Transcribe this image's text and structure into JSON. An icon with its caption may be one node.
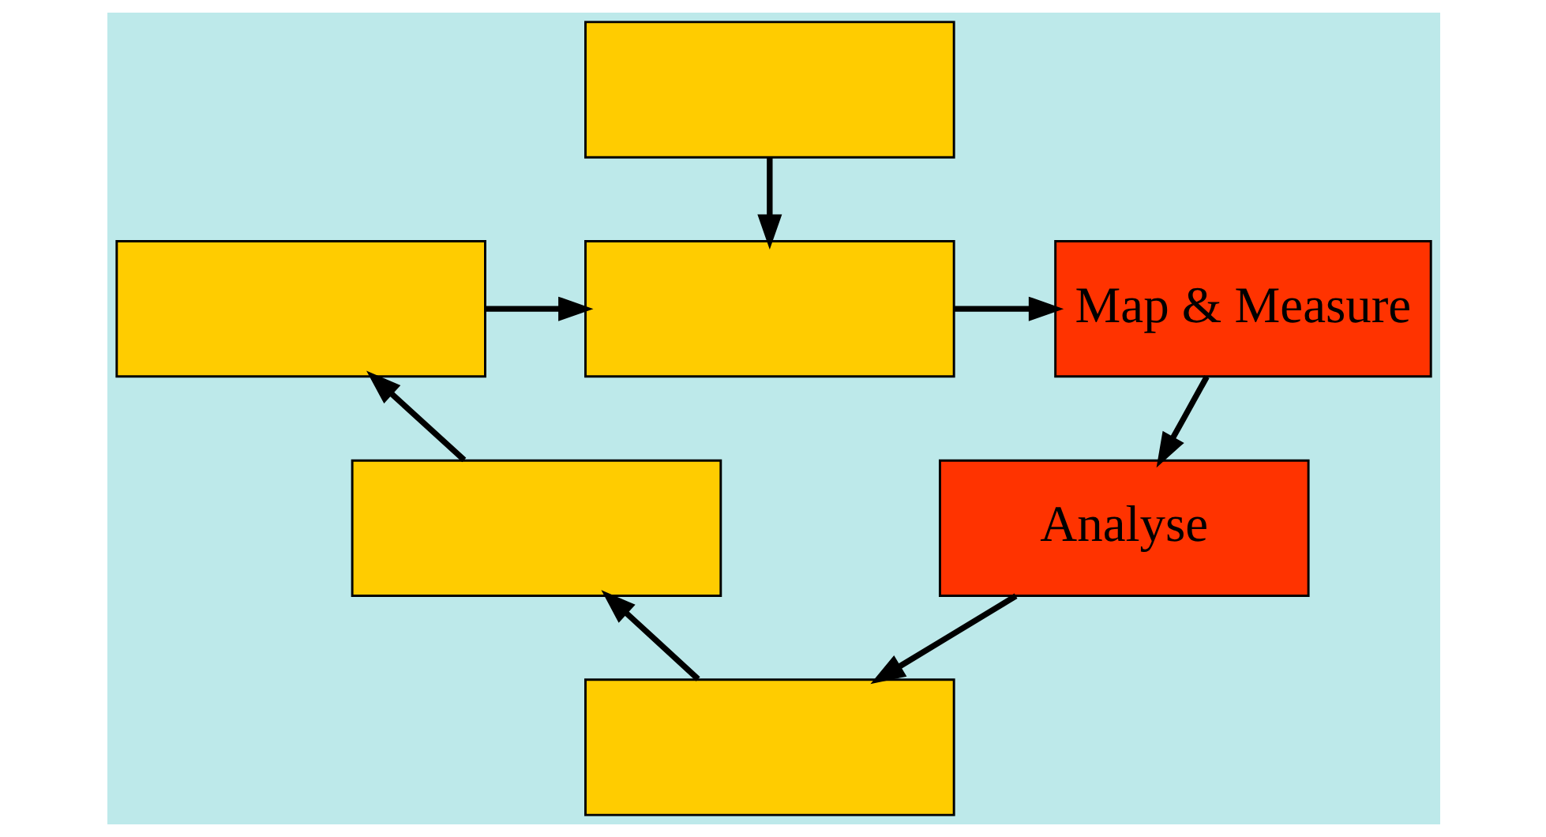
{
  "diagram": {
    "nodes": [
      {
        "text": [],
        "shape": "box"
      },
      {
        "text": [],
        "shape": "box"
      },
      {
        "text": [
          "Map & Measure"
        ]
      },
      {
        "text": [
          "Analyse"
        ]
      },
      {
        "text": [],
        "shape": "box"
      },
      {
        "text": [],
        "shape": "box"
      },
      {
        "text": [],
        "shape": "box"
      }
    ],
    "edges": [
      {
        "from": 0,
        "to": 1,
        "arrow": "to"
      },
      {
        "from": 1,
        "to": 2,
        "arrow": "to"
      },
      {
        "from": 2,
        "to": 3,
        "arrow": "to"
      },
      {
        "from": 3,
        "to": 4,
        "arrow": "to"
      },
      {
        "from": 4,
        "to": 5,
        "arrow": "to"
      },
      {
        "from": 5,
        "to": 6,
        "arrow": "to"
      },
      {
        "from": 6,
        "to": 1,
        "arrow": "to"
      }
    ]
  }
}
